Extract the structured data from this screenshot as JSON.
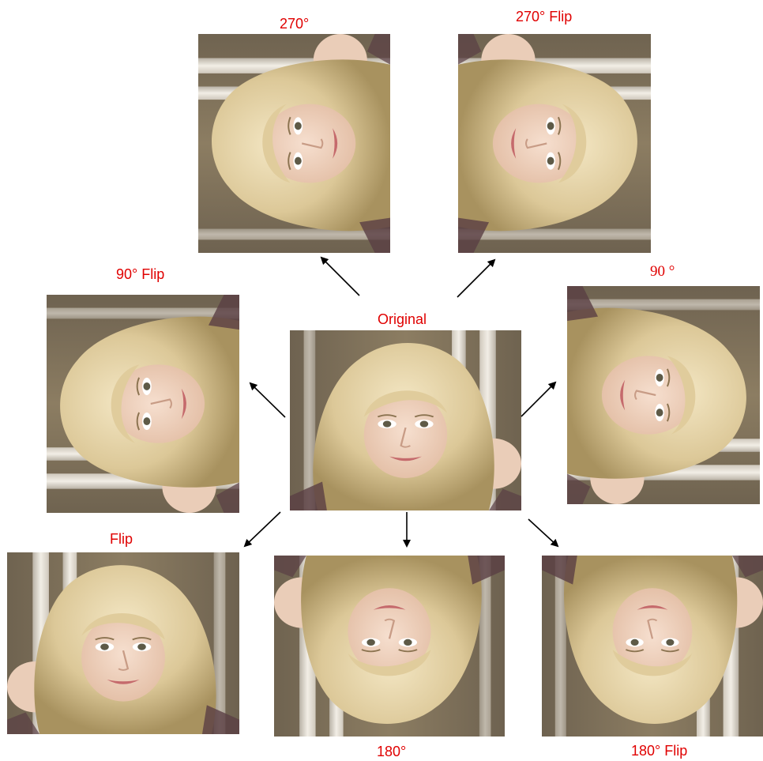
{
  "labels": {
    "original": "Original",
    "rot270": "270°",
    "rot270_flip": "270°  Flip",
    "rot90_flip": "90° Flip",
    "rot90": "90 °",
    "flip": "Flip",
    "rot180": "180°",
    "rot180_flip": "180° Flip"
  },
  "colors": {
    "label_text": "#e00000",
    "arrow": "#000000",
    "backdrop": "#8a7b62",
    "frame_light": "#e6e0d6",
    "hair": "#e4d3a6",
    "skin": "#efd2bd"
  },
  "photo": {
    "subject": "portrait-photo"
  }
}
